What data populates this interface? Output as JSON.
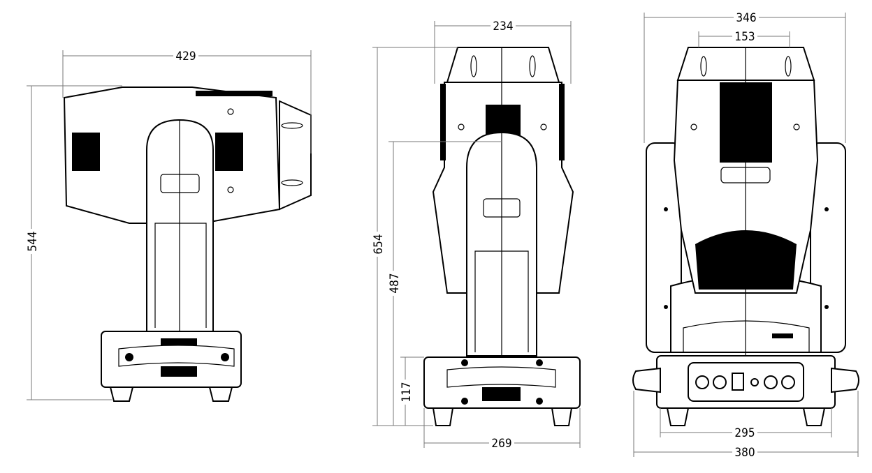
{
  "title": "Moving head fixture dimension drawing",
  "side_view": {
    "width": "429",
    "height": "544"
  },
  "front_view": {
    "head_width": "234",
    "total_height": "654",
    "pivot_height": "487",
    "base_height": "117",
    "base_width": "269"
  },
  "rear_view": {
    "arm_width": "346",
    "head_top_width": "153",
    "base_inner_width": "295",
    "base_total_width": "380"
  }
}
